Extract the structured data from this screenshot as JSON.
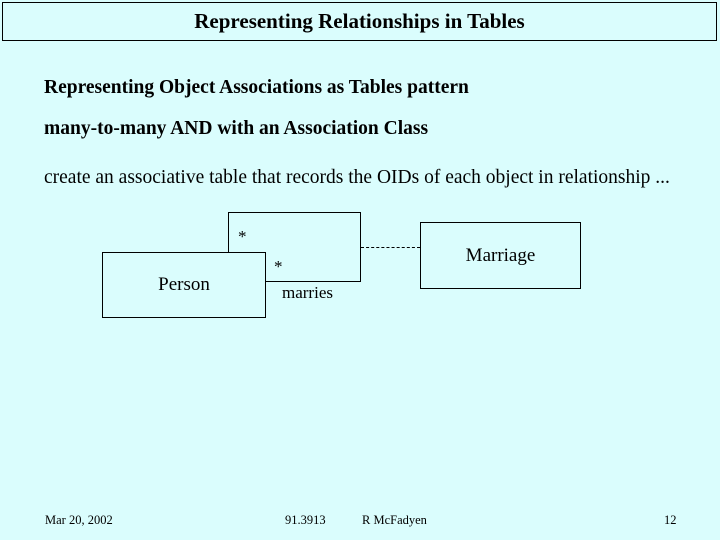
{
  "slide": {
    "title": "Representing Relationships in Tables",
    "background_color": "#dafdfd",
    "text_color": "#000000",
    "border_color": "#000000"
  },
  "body": {
    "line1": "Representing Object Associations as Tables pattern",
    "line2": "many-to-many AND with an Association Class",
    "line3": "create an associative table that records the OIDs of each object in relationship ..."
  },
  "diagram": {
    "type": "uml-class-diagram",
    "person_class": "Person",
    "marriage_class": "Marriage",
    "association_label": "marries",
    "multiplicity_top": "*",
    "multiplicity_bottom": "*",
    "link_style": "dashed"
  },
  "footer": {
    "date": "Mar 20, 2002",
    "course": "91.3913",
    "author": "R McFadyen",
    "page_number": "12"
  }
}
